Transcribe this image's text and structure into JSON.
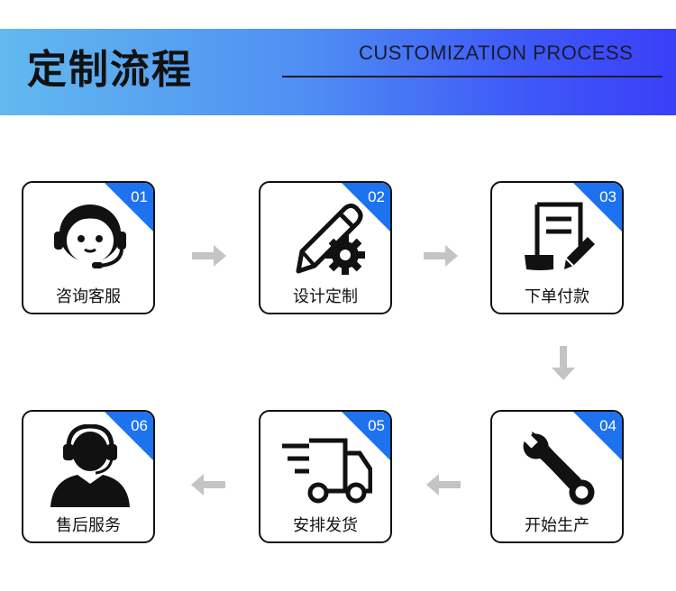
{
  "header": {
    "title": "定制流程",
    "subtitle": "CUSTOMIZATION PROCESS"
  },
  "steps": [
    {
      "num": "01",
      "label": "咨询客服",
      "icon": "customer-service-icon"
    },
    {
      "num": "02",
      "label": "设计定制",
      "icon": "design-pen-gear-icon"
    },
    {
      "num": "03",
      "label": "下单付款",
      "icon": "order-document-icon"
    },
    {
      "num": "04",
      "label": "开始生产",
      "icon": "wrench-screwdriver-icon"
    },
    {
      "num": "05",
      "label": "安排发货",
      "icon": "delivery-truck-icon"
    },
    {
      "num": "06",
      "label": "售后服务",
      "icon": "headset-agent-icon"
    }
  ],
  "colors": {
    "accent": "#1d72f0",
    "arrow": "#c4c4c4",
    "banner_start": "#62b9ef",
    "banner_end": "#3a3ff8"
  }
}
